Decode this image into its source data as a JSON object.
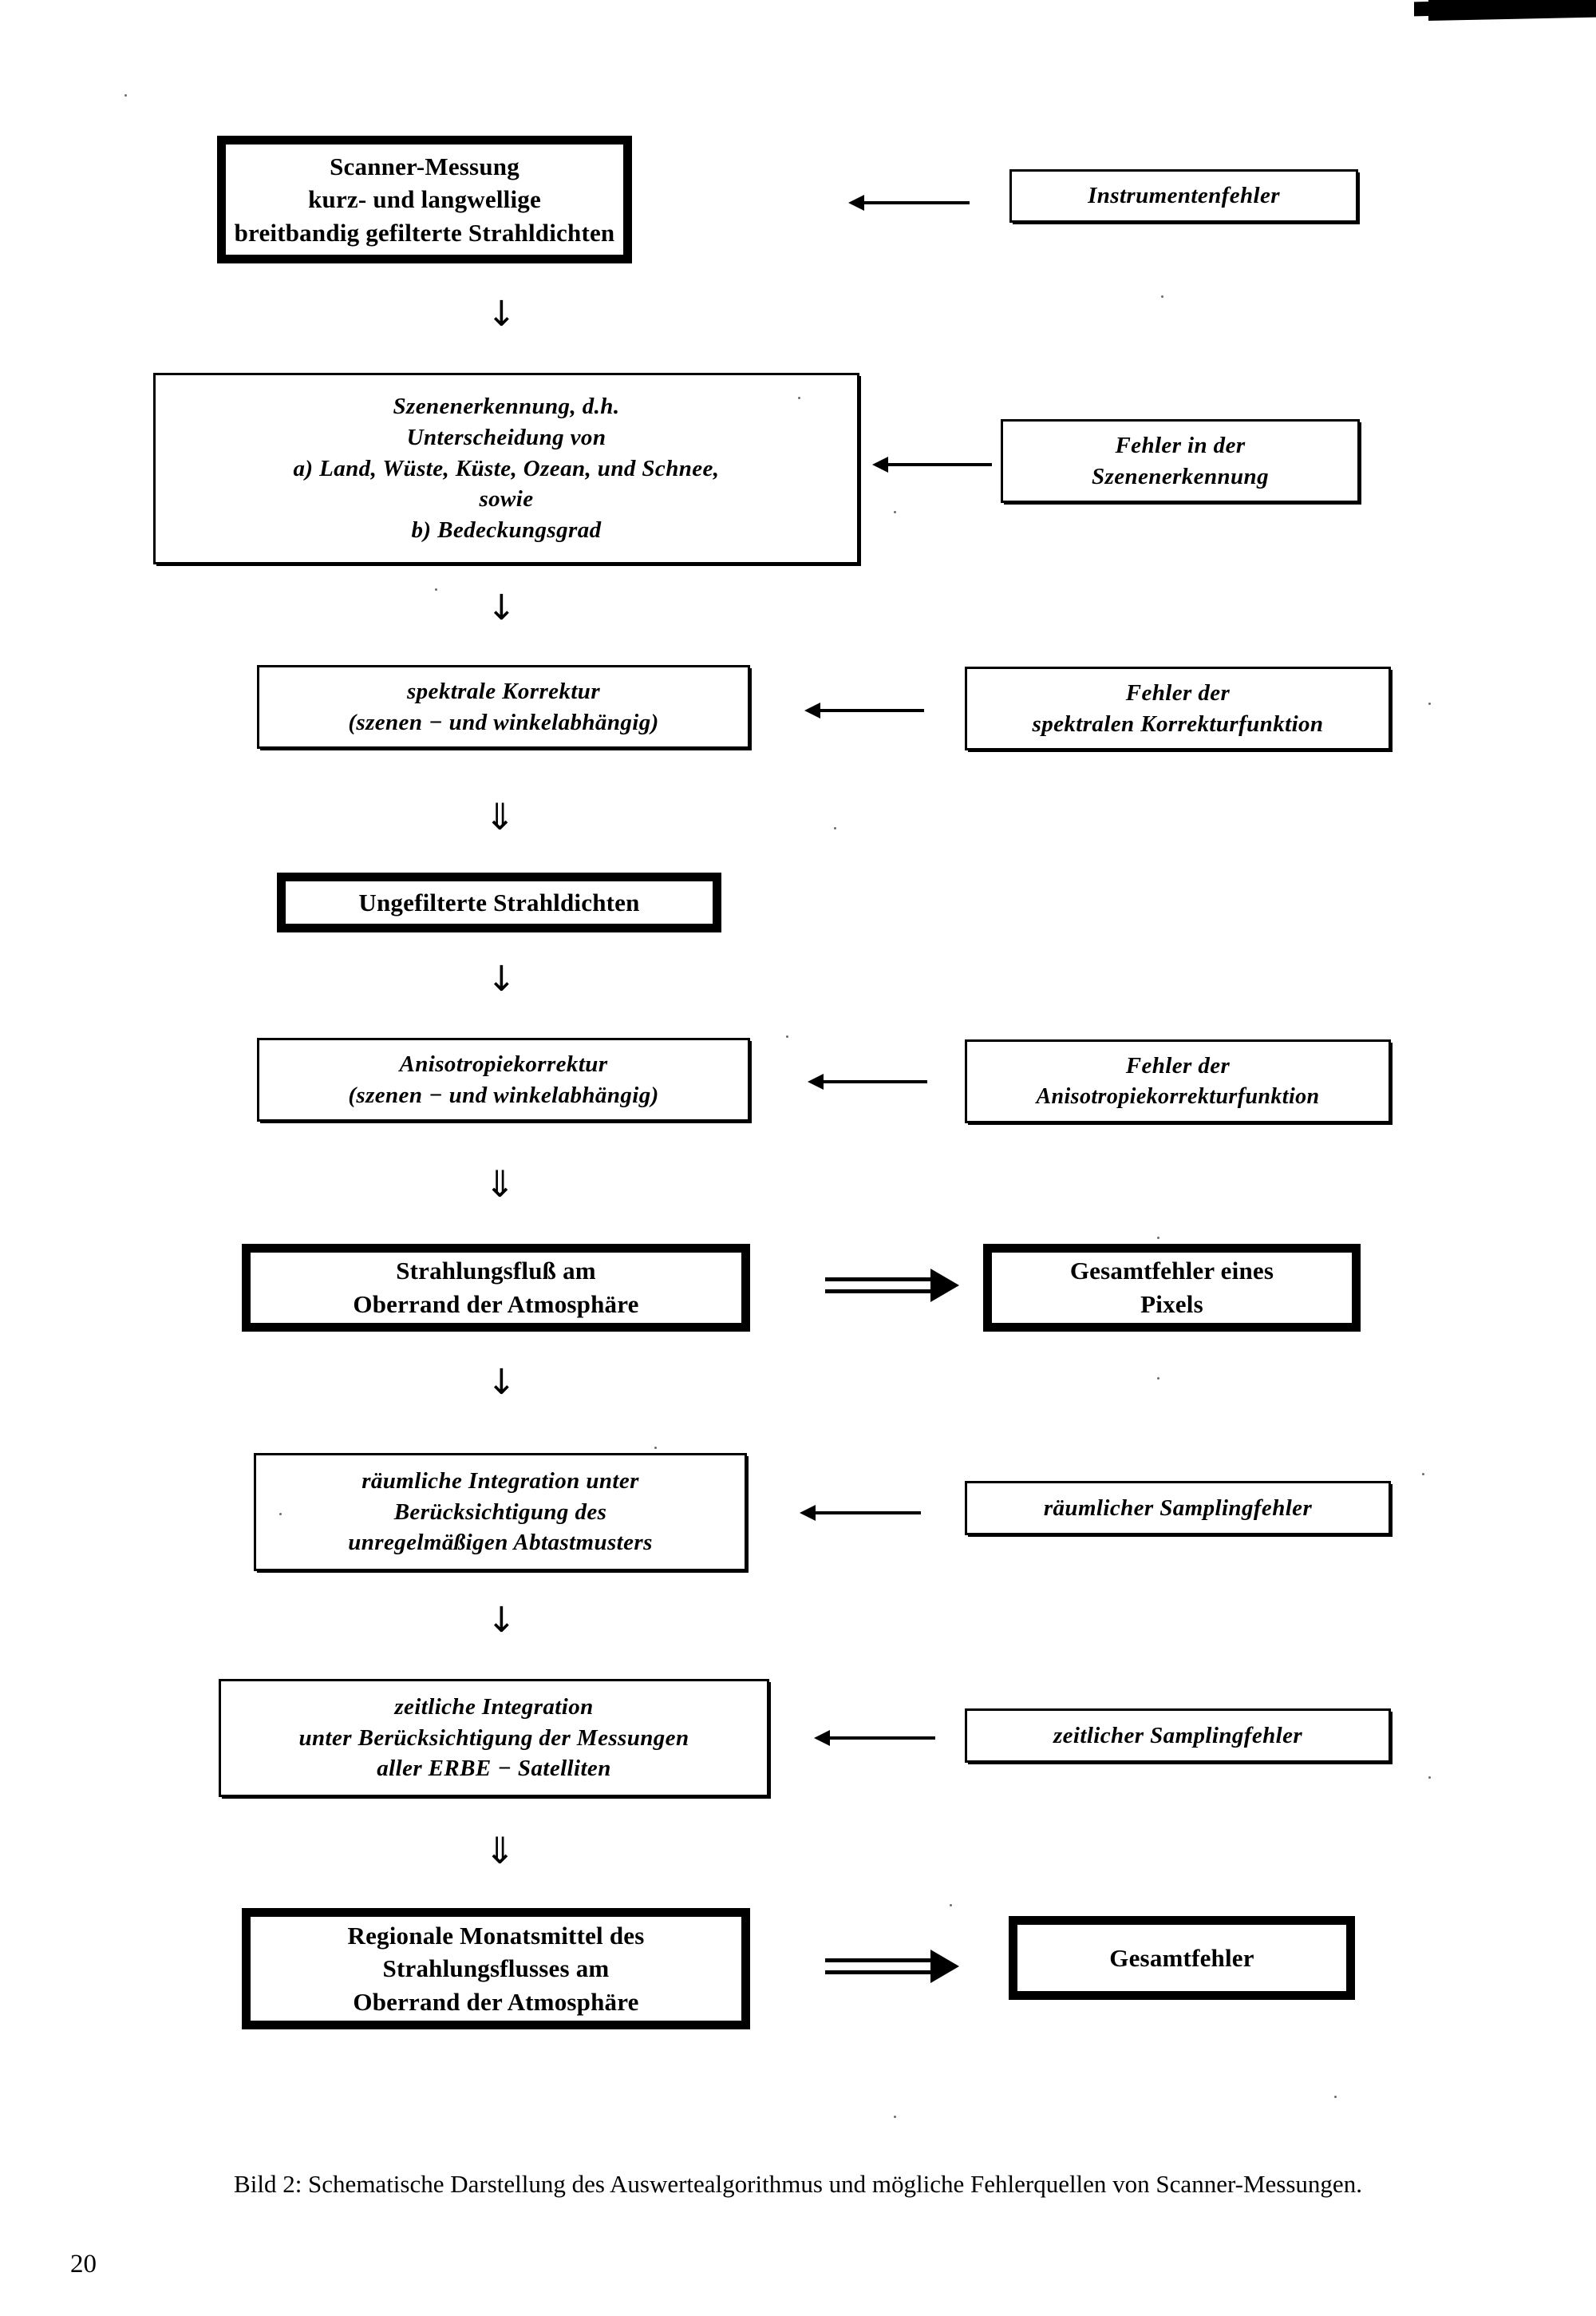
{
  "page": {
    "number": "20",
    "caption": "Bild 2: Schematische Darstellung des Auswertealgorithmus und mögliche Fehlerquellen von Scanner-Messungen.",
    "ink_color": "#000000",
    "paper_color": "#ffffff"
  },
  "flow": {
    "process_boxes": [
      {
        "id": "scanner-measurement",
        "style": "heavy",
        "lines": [
          "Scanner-Messung",
          "kurz-  und  langwellige",
          "breitbandig gefilterte Strahldichten"
        ]
      },
      {
        "id": "scene-identification",
        "style": "thin",
        "lines": [
          "Szenenerkennung, d.h.",
          "Unterscheidung von",
          "a) Land, Wüste, Küste, Ozean, und Schnee,",
          "sowie",
          "b) Bedeckungsgrad"
        ]
      },
      {
        "id": "spectral-correction",
        "style": "thin",
        "lines": [
          "spektrale Korrektur",
          "(szenen −  und winkelabhängig)"
        ]
      },
      {
        "id": "unfiltered-radiances",
        "style": "heavy",
        "lines": [
          "Ungefilterte Strahldichten"
        ]
      },
      {
        "id": "anisotropy-correction",
        "style": "thin",
        "lines": [
          "Anisotropiekorrektur",
          "(szenen −  und winkelabhängig)"
        ]
      },
      {
        "id": "radiative-flux-toa",
        "style": "heavy",
        "lines": [
          "Strahlungsfluß am",
          "Oberrand der Atmosphäre"
        ]
      },
      {
        "id": "spatial-integration",
        "style": "thin",
        "lines": [
          "räumliche Integration unter",
          "Berücksichtigung des",
          "unregelmäßigen Abtastmusters"
        ]
      },
      {
        "id": "temporal-integration",
        "style": "thin",
        "lines": [
          "zeitliche Integration",
          "unter Berücksichtigung der Messungen",
          "aller ERBE − Satelliten"
        ]
      },
      {
        "id": "regional-monthly-means",
        "style": "heavy",
        "lines": [
          "Regionale Monatsmittel  des",
          "Strahlungsflusses am",
          "Oberrand der Atmosphäre"
        ]
      }
    ],
    "error_boxes": [
      {
        "id": "instrument-error",
        "style": "thin",
        "lines": [
          "Instrumentenfehler"
        ]
      },
      {
        "id": "scene-identification-error",
        "style": "thin",
        "lines": [
          "Fehler in der",
          "Szenenerkennung"
        ]
      },
      {
        "id": "spectral-correction-function-error",
        "style": "thin",
        "lines": [
          "Fehler der",
          "spektralen Korrekturfunktion"
        ]
      },
      {
        "id": "anisotropy-correction-function-error",
        "style": "thin",
        "lines": [
          "Fehler der",
          "Anisotropiekorrekturfunktion"
        ]
      },
      {
        "id": "total-error-pixel",
        "style": "heavy",
        "lines": [
          "Gesamtfehler  eines",
          "Pixels"
        ]
      },
      {
        "id": "spatial-sampling-error",
        "style": "thin",
        "lines": [
          "räumlicher Samplingfehler"
        ]
      },
      {
        "id": "temporal-sampling-error",
        "style": "thin",
        "lines": [
          "zeitlicher Samplingfehler"
        ]
      },
      {
        "id": "total-error",
        "style": "heavy",
        "lines": [
          "Gesamtfehler"
        ]
      }
    ],
    "arrows": {
      "down_single": "↓",
      "down_double": "⇓",
      "left_single": "←",
      "right_double": "⟹"
    }
  }
}
